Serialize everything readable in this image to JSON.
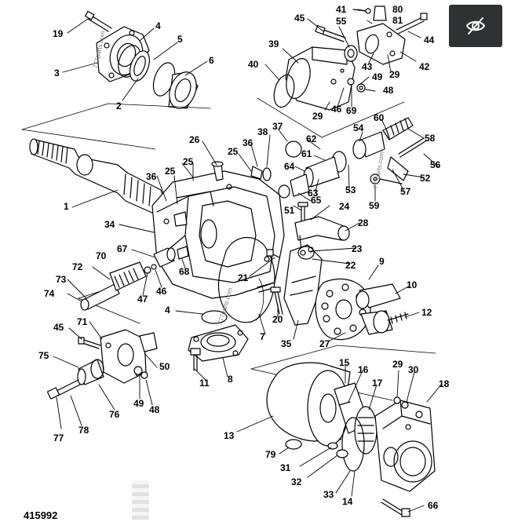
{
  "figure_number": "415992",
  "watermarks": [
    "777parts.com",
    "777parts.com",
    "777parts.com"
  ],
  "toolbar": {
    "hide_icon": "eye-off-icon"
  },
  "callouts": [
    "19",
    "4",
    "5",
    "6",
    "3",
    "2",
    "45",
    "41",
    "80",
    "81",
    "55",
    "44",
    "39",
    "43",
    "42",
    "40",
    "49",
    "29",
    "48",
    "46",
    "69",
    "29",
    "37",
    "38",
    "26",
    "25",
    "36",
    "25",
    "62",
    "54",
    "60",
    "58",
    "61",
    "64",
    "63",
    "56",
    "53",
    "52",
    "57",
    "36",
    "25",
    "1",
    "51",
    "65",
    "59",
    "24",
    "28",
    "34",
    "23",
    "22",
    "67",
    "68",
    "70",
    "72",
    "21",
    "9",
    "73",
    "47",
    "46",
    "74",
    "10",
    "4",
    "20",
    "7",
    "12",
    "45",
    "71",
    "35",
    "27",
    "75",
    "50",
    "11",
    "8",
    "15",
    "16",
    "29",
    "30",
    "49",
    "48",
    "17",
    "18",
    "77",
    "78",
    "76",
    "13",
    "79",
    "31",
    "32",
    "33",
    "14",
    "66"
  ]
}
